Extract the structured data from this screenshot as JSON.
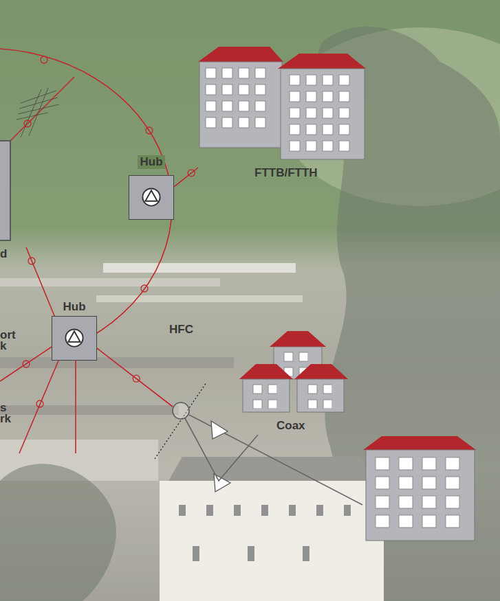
{
  "diagram": {
    "nodes": [
      {
        "text": [
          "Hub"
        ]
      },
      {
        "text": [
          "FTTB/FTTH"
        ]
      },
      {
        "text": [
          "Hub"
        ]
      },
      {
        "text": [
          "Coax"
        ]
      }
    ],
    "edges": [
      {
        "from": 0,
        "to": 1,
        "arrow": "none"
      },
      {
        "from": 2,
        "to": 3,
        "arrow": "none"
      }
    ],
    "labels": [
      "d",
      "ort",
      "k",
      "s",
      "rk",
      "HFC"
    ]
  }
}
